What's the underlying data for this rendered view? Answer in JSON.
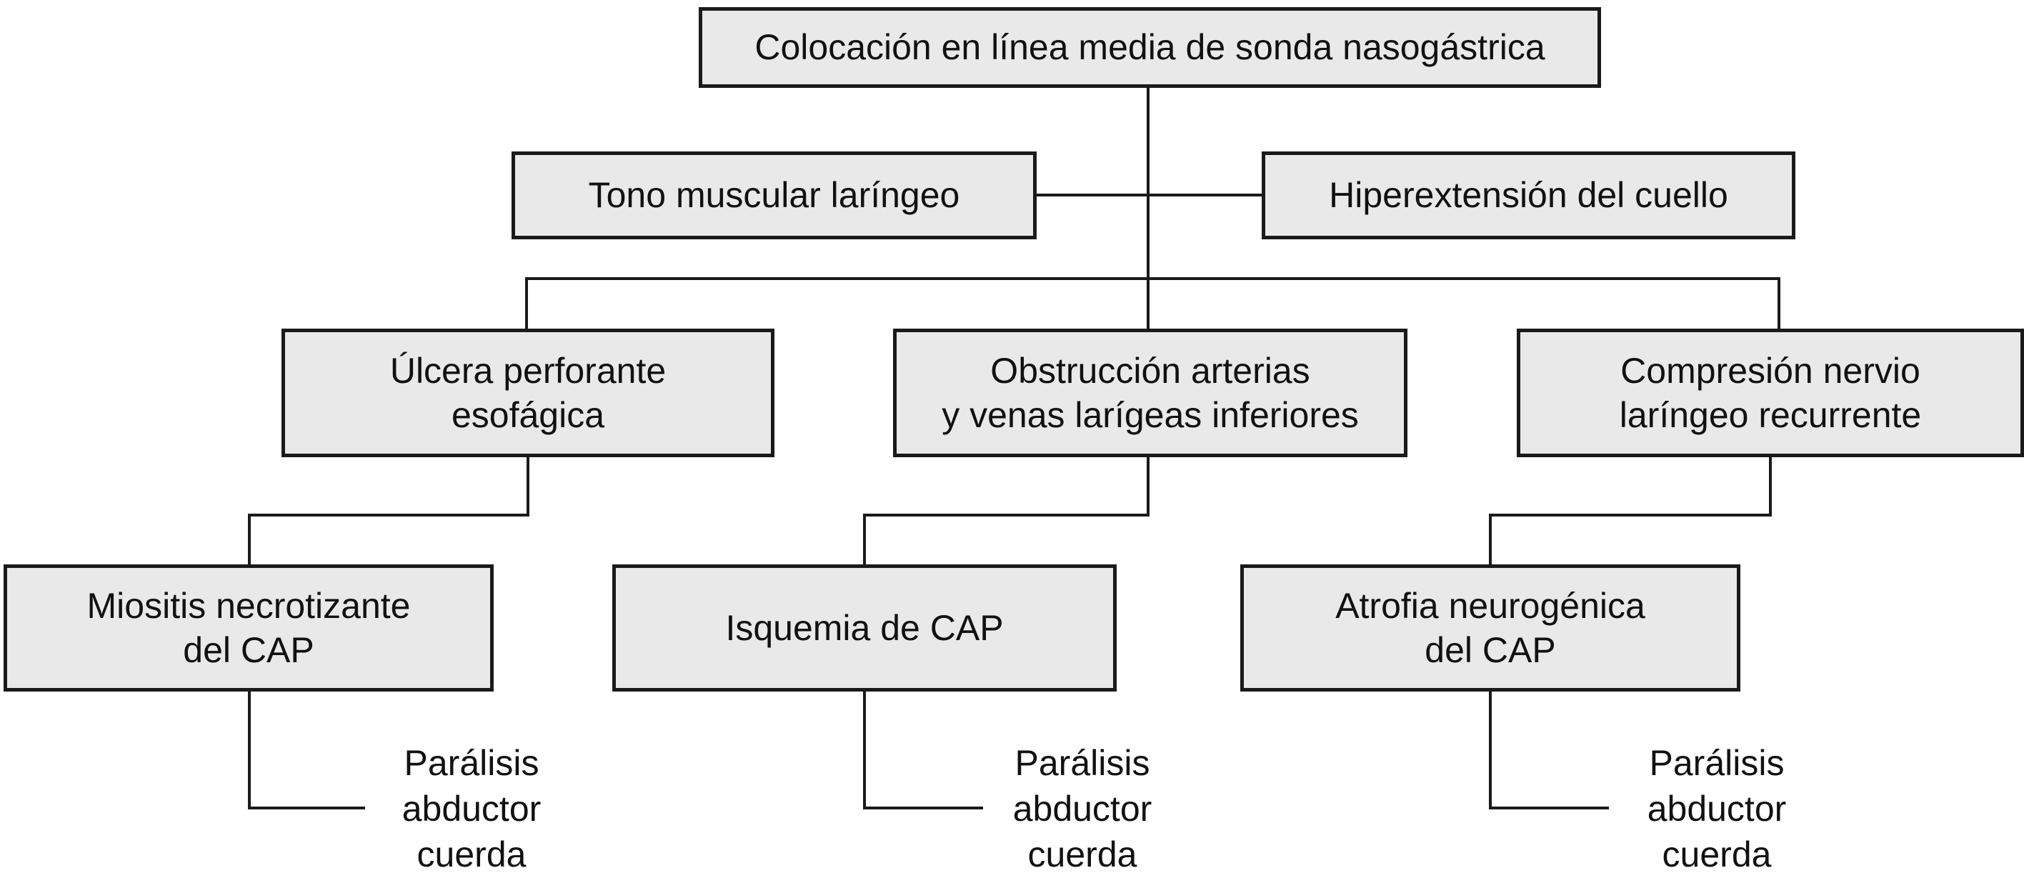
{
  "diagram": {
    "colors": {
      "background": "#ffffff",
      "box_fill": "#e9e9e9",
      "box_border": "#1a1a1a",
      "line": "#1a1a1a",
      "text": "#111111"
    },
    "nodes": {
      "root": "Colocación en línea media de sonda nasogástrica",
      "tone": "Tono muscular laríngeo",
      "hyperextension": "Hiperextensión del cuello",
      "ulcer": "Úlcera perforante\nesofágica",
      "obstruction": "Obstrucción arterias\ny venas larígeas inferiores",
      "compression": "Compresión nervio\nlaríngeo recurrente",
      "myositis": "Miositis necrotizante\ndel CAP",
      "ischemia": "Isquemia de CAP",
      "atrophy": "Atrofia neurogénica\ndel CAP"
    },
    "outcomes": {
      "left": "Parálisis\nabductor\ncuerda",
      "center": "Parálisis\nabductor\ncuerda",
      "right": "Parálisis\nabductor\ncuerda"
    }
  }
}
